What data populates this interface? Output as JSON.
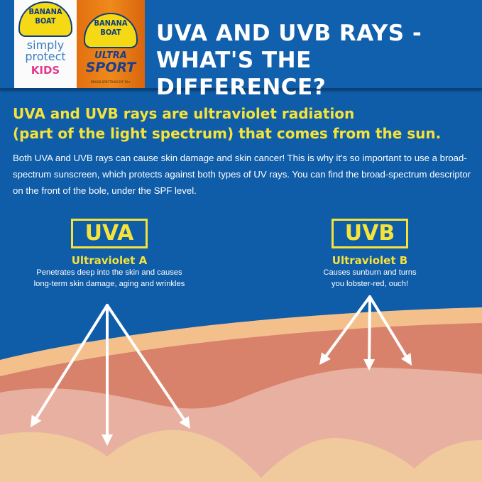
{
  "products": [
    {
      "brand": "BANANA BOAT",
      "line": "simply protect",
      "sub": "KIDS"
    },
    {
      "brand": "BANANA BOAT",
      "line": "ULTRA",
      "sub": "SPORT",
      "fine_print": "BROAD SPECTRUM SPF 50+"
    }
  ],
  "header": {
    "title_line1": "UVA AND UVB RAYS -",
    "title_line2": "WHAT'S THE DIFFERENCE?"
  },
  "intro": {
    "lead_line1": "UVA and UVB rays are ultraviolet radiation",
    "lead_line2": "(part of the light spectrum) that comes from the sun.",
    "body": "Both UVA and UVB rays can cause skin damage and skin cancer! This is why it's so important to use a broad-spectrum sunscreen, which protects against both types of UV rays. You can find the broad-spectrum descriptor on the front of the bole, under the SPF level."
  },
  "rays": [
    {
      "label": "UVA",
      "name": "Ultraviolet A",
      "desc_line1": "Penetrates deep into the skin and causes",
      "desc_line2": "long-term skin damage, aging and wrinkles"
    },
    {
      "label": "UVB",
      "name": "Ultraviolet B",
      "desc_line1": "Causes sunburn and turns",
      "desc_line2": "you lobster-red, ouch!"
    }
  ],
  "colors": {
    "background": "#0f5ca8",
    "accent_yellow": "#f6e33a",
    "skin_surface": "#f3c08c",
    "epidermis": "#d8826c",
    "dermis": "#e8b0a0",
    "subcutis": "#f0c99c",
    "arrow": "#ffffff"
  }
}
